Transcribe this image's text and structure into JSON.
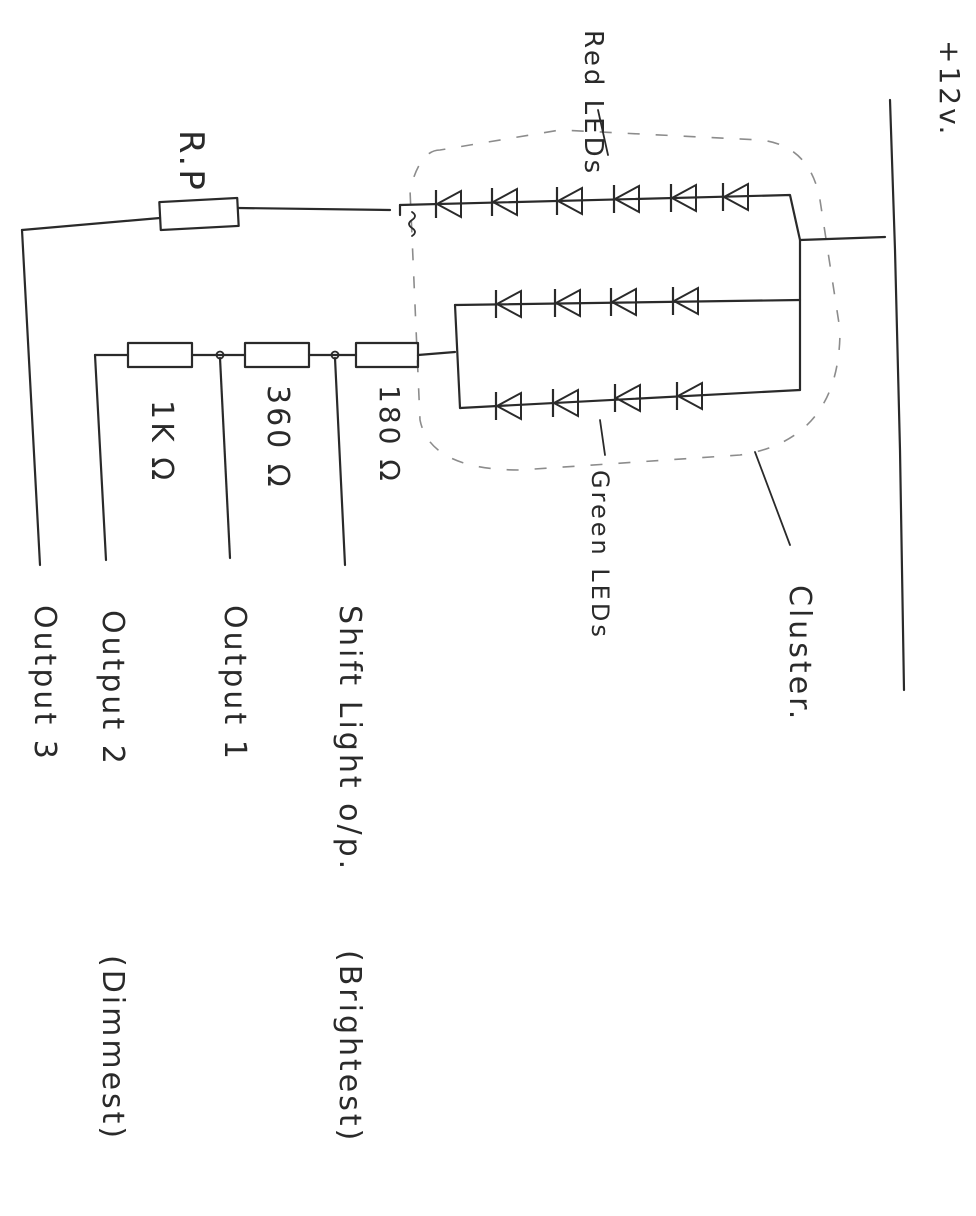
{
  "labels": {
    "supply": "+12v.",
    "red_leds": "Red LEDs",
    "green_leds": "Green LEDs",
    "cluster": "Cluster.",
    "rp": "R.P",
    "r1k": "1K Ω",
    "r360": "360 Ω",
    "r180": "180 Ω",
    "shift_out": "Shift Light o/p.",
    "brightest": "(Brightest)",
    "out1": "Output 1",
    "out2": "Output 2",
    "out3": "Output 3",
    "dimmest": "(Dimmest)"
  }
}
